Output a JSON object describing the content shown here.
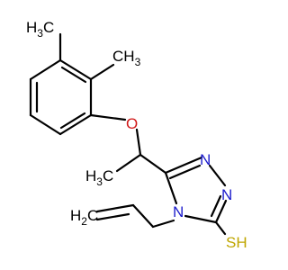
{
  "molecule": {
    "atom_labels": {
      "methyl_top": {
        "main": "H",
        "sub": "3",
        "tail": "C"
      },
      "methyl_right": {
        "main": "CH",
        "sub": "3"
      },
      "oxygen": "O",
      "methyl_side": {
        "main": "H",
        "sub": "3",
        "tail": "C"
      },
      "n1": "N",
      "n2": "N",
      "n4": "N",
      "sh": "SH",
      "vinyl": {
        "main": "H",
        "sub": "2",
        "tail": "C"
      }
    }
  },
  "colors": {
    "bond": "#000000",
    "carbon_text": "#000000",
    "nitrogen_text": "#1a1acc",
    "oxygen_text": "#d11919",
    "sulfur_text": "#bfa600"
  }
}
